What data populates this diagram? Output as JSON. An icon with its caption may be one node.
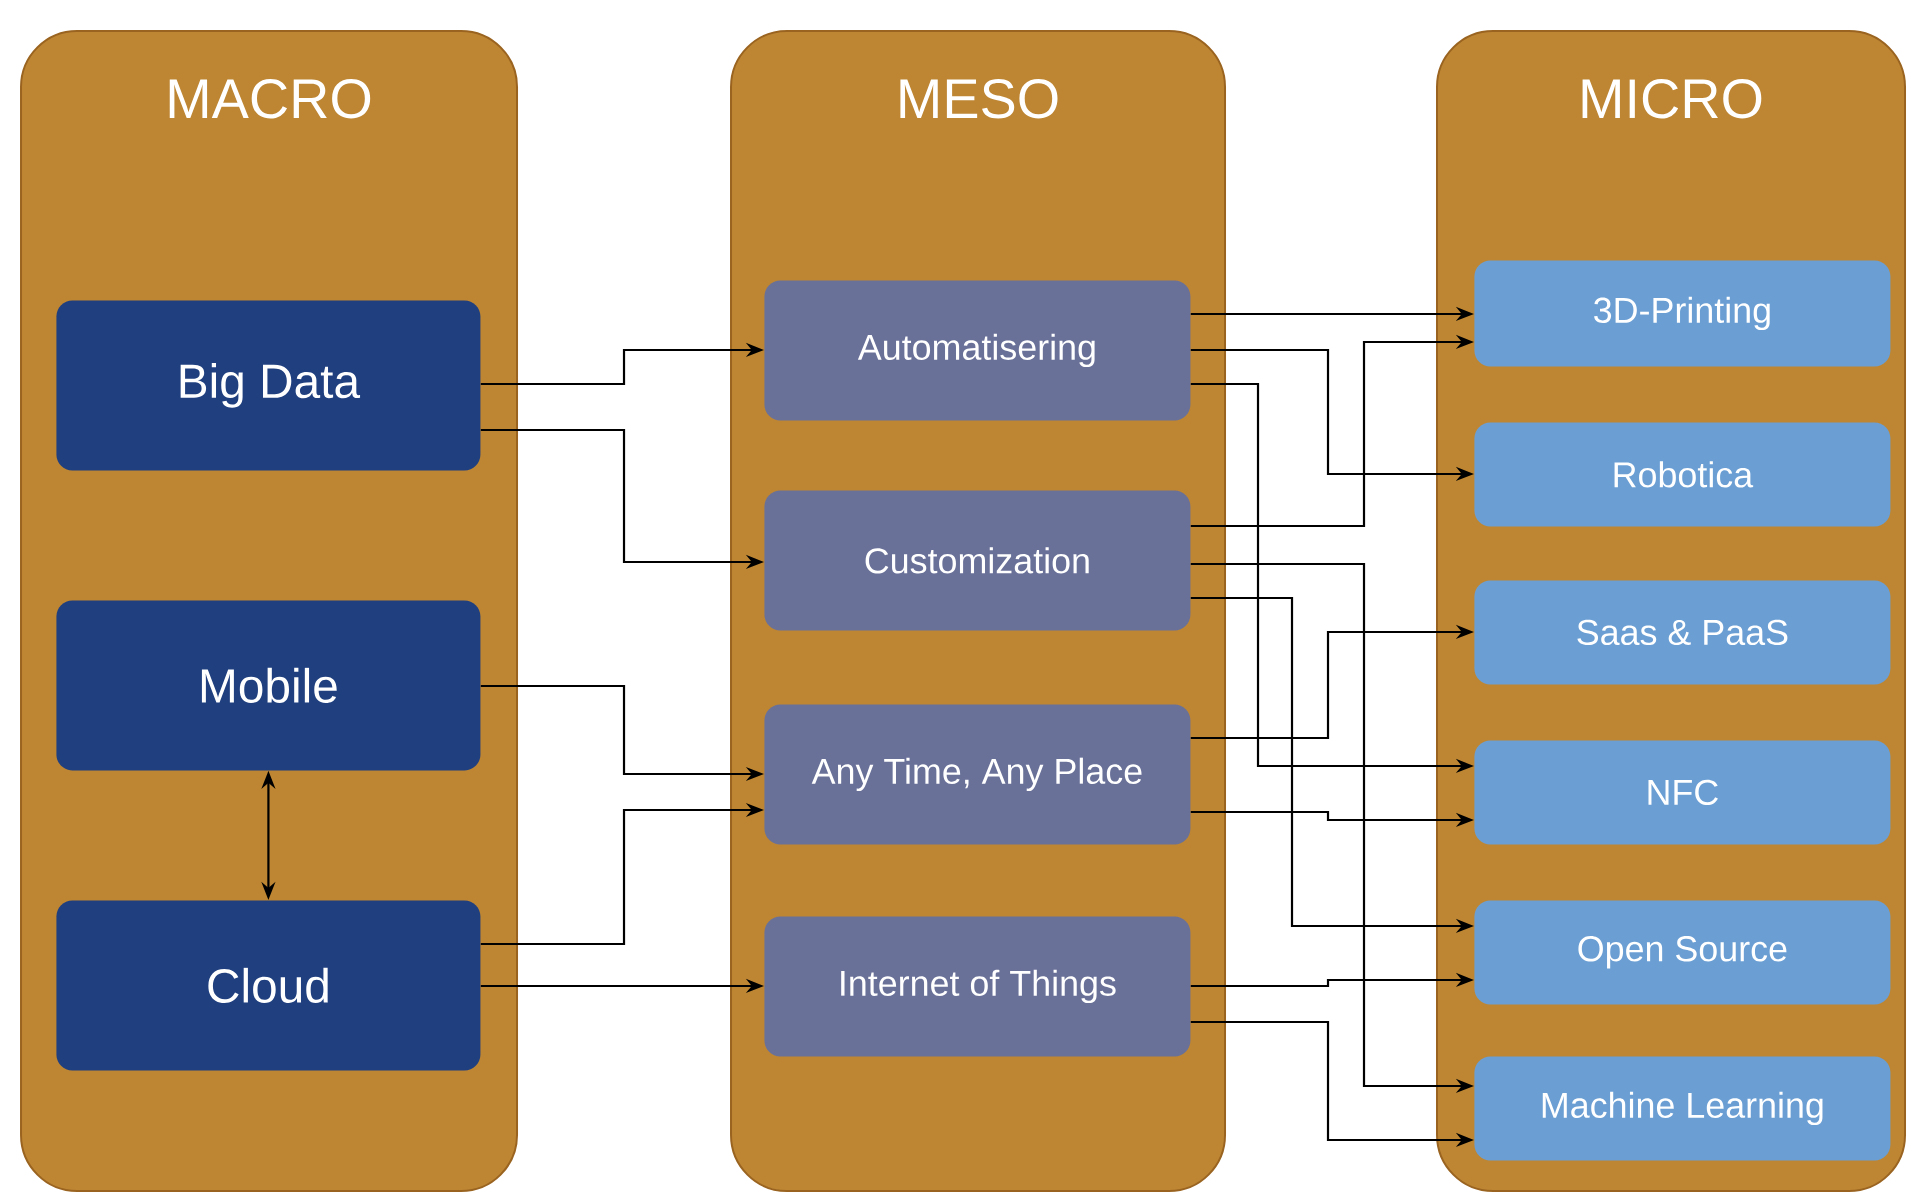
{
  "diagram": {
    "nodes": [
      {
        "text": [
          "MACRO"
        ]
      },
      {
        "text": [
          "MESO"
        ]
      },
      {
        "text": [
          "MICRO"
        ]
      },
      {
        "text": [
          "Big Data"
        ],
        "in": 0
      },
      {
        "text": [
          "Mobile"
        ],
        "in": 0
      },
      {
        "text": [
          "Cloud"
        ],
        "in": 0
      },
      {
        "text": [
          "Automatisering"
        ],
        "in": 1
      },
      {
        "text": [
          "Customization"
        ],
        "in": 1
      },
      {
        "text": [
          "Any Time, Any Place"
        ],
        "in": 1
      },
      {
        "text": [
          "Internet of Things"
        ],
        "in": 1
      },
      {
        "text": [
          "3D-Printing"
        ],
        "in": 2
      },
      {
        "text": [
          "Robotica"
        ],
        "in": 2
      },
      {
        "text": [
          "Saas & PaaS"
        ],
        "in": 2
      },
      {
        "text": [
          "NFC"
        ],
        "in": 2
      },
      {
        "text": [
          "Open Source"
        ],
        "in": 2
      },
      {
        "text": [
          "Machine Learning"
        ],
        "in": 2
      }
    ],
    "edges": [
      {
        "from": 3,
        "to": 6,
        "arrow": "to"
      },
      {
        "from": 3,
        "to": 7,
        "arrow": "to"
      },
      {
        "from": 4,
        "to": 8,
        "arrow": "to"
      },
      {
        "from": 5,
        "to": 8,
        "arrow": "to"
      },
      {
        "from": 5,
        "to": 9,
        "arrow": "to"
      },
      {
        "from": 4,
        "to": 5,
        "arrow": "both"
      },
      {
        "from": 6,
        "to": 10,
        "arrow": "to"
      },
      {
        "from": 6,
        "to": 11,
        "arrow": "to"
      },
      {
        "from": 6,
        "to": 13,
        "arrow": "to"
      },
      {
        "from": 7,
        "to": 10,
        "arrow": "to"
      },
      {
        "from": 7,
        "to": 15,
        "arrow": "to"
      },
      {
        "from": 7,
        "to": 14,
        "arrow": "to"
      },
      {
        "from": 8,
        "to": 12,
        "arrow": "to"
      },
      {
        "from": 8,
        "to": 13,
        "arrow": "to"
      },
      {
        "from": 9,
        "to": 14,
        "arrow": "to"
      },
      {
        "from": 9,
        "to": 15,
        "arrow": "to"
      }
    ]
  }
}
